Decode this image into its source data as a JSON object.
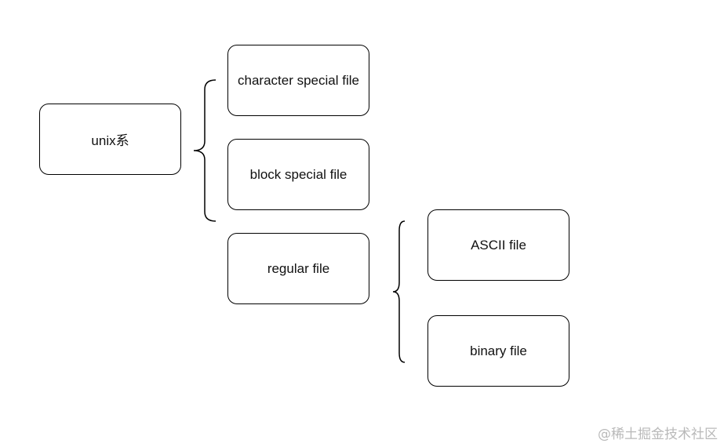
{
  "nodes": {
    "root": "unix系",
    "character_special": "character special file",
    "block_special": "block special file",
    "regular": "regular file",
    "ascii": "ASCII file",
    "binary": "binary file"
  },
  "watermark": "@稀土掘金技术社区"
}
